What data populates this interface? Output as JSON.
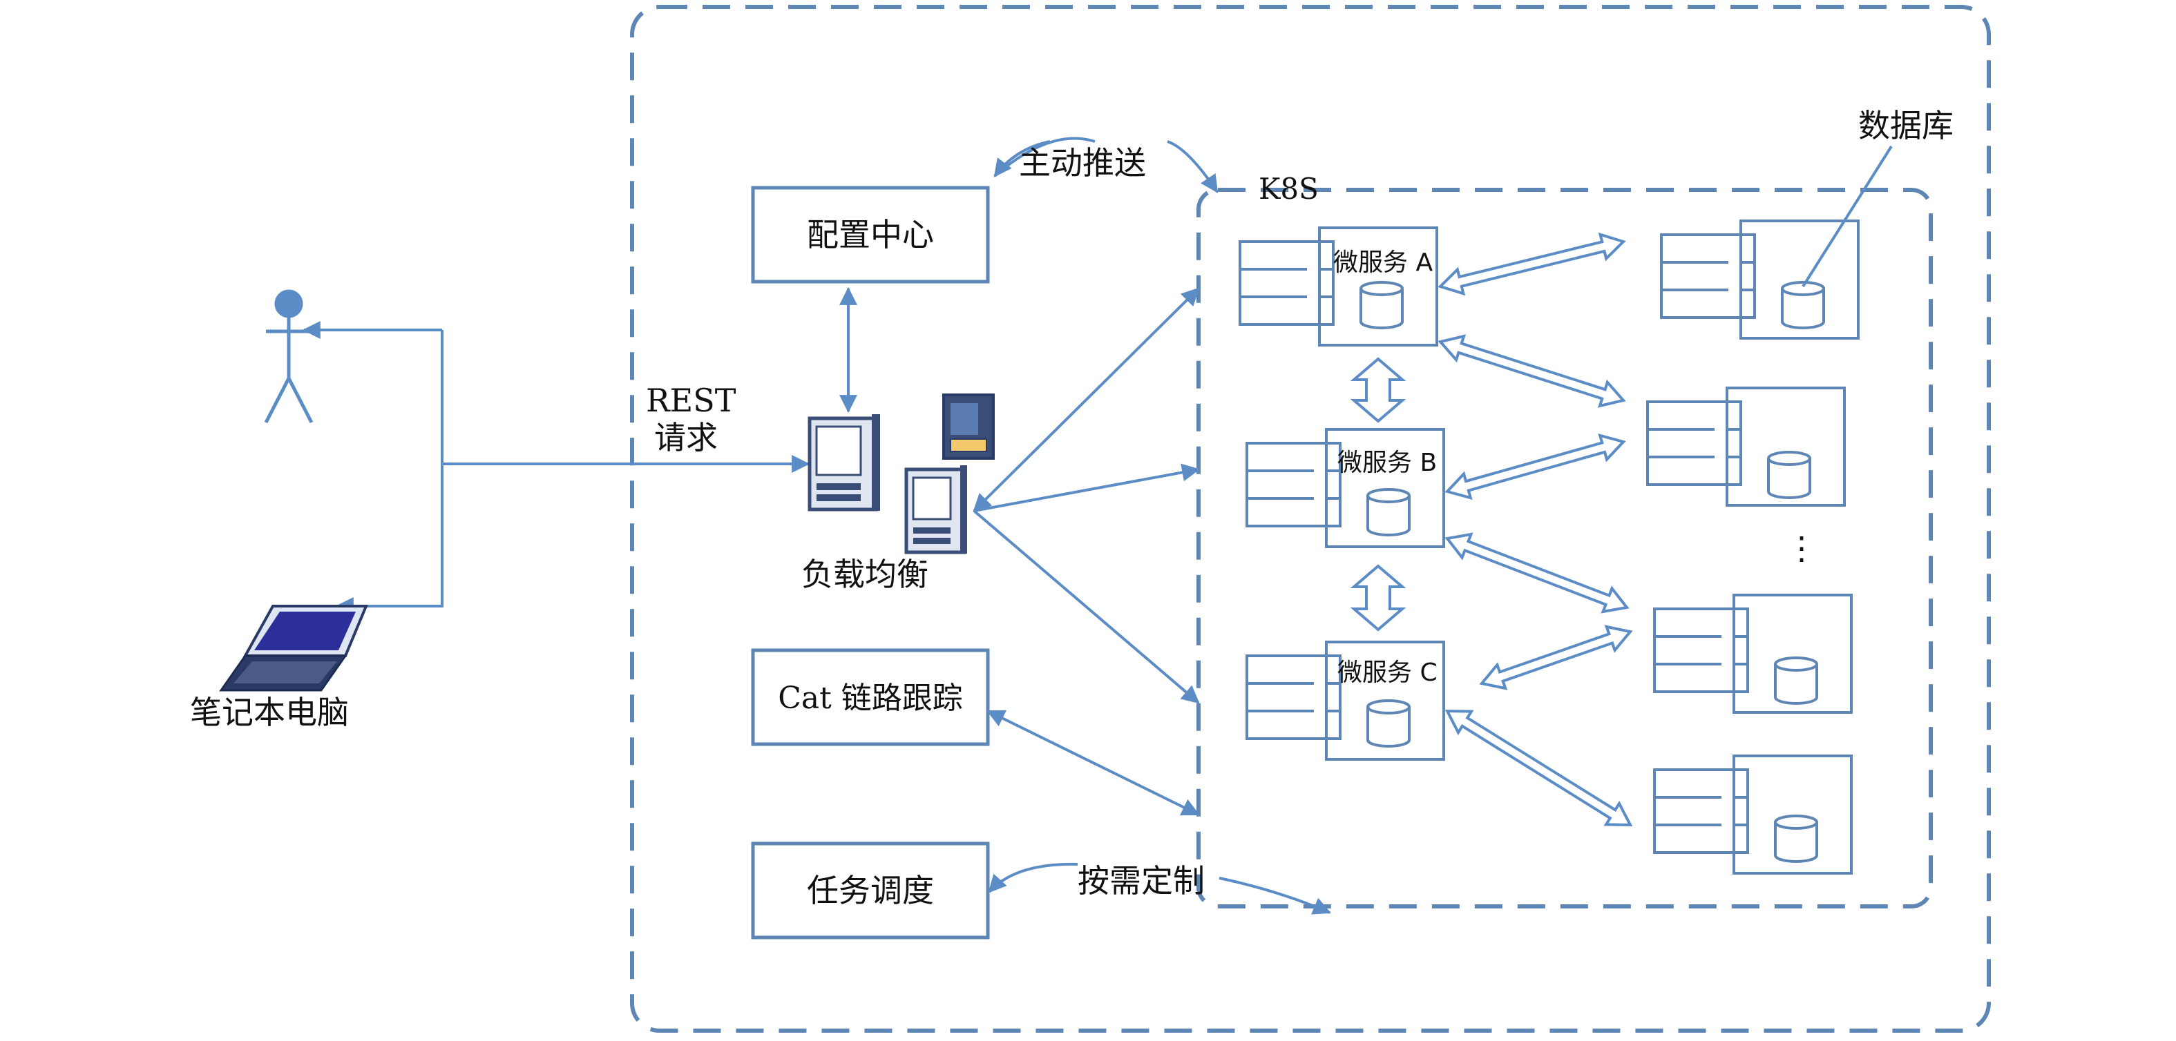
{
  "colors": {
    "line": "#5b8cc6",
    "box": "#5e86b4",
    "text": "#111111",
    "server_dark": "#3a4d77",
    "laptop_screen": "#2c2f9a"
  },
  "labels": {
    "user_icon": "user-icon",
    "laptop_label": "笔记本电脑",
    "rest_line1": "REST",
    "rest_line2": "请求",
    "load_balancer": "负载均衡",
    "config_center": "配置中心",
    "push": "主动推送",
    "cat_tracing": "Cat 链路跟踪",
    "task_scheduling": "任务调度",
    "on_demand": "按需定制",
    "k8s": "K8S",
    "database": "数据库",
    "ellipsis": "⋮"
  },
  "microservices": [
    {
      "label": "微服务 A"
    },
    {
      "label": "微服务 B"
    },
    {
      "label": "微服务 C"
    }
  ],
  "db_components": [
    "db-component-1",
    "db-component-2",
    "db-component-3",
    "db-component-4"
  ]
}
